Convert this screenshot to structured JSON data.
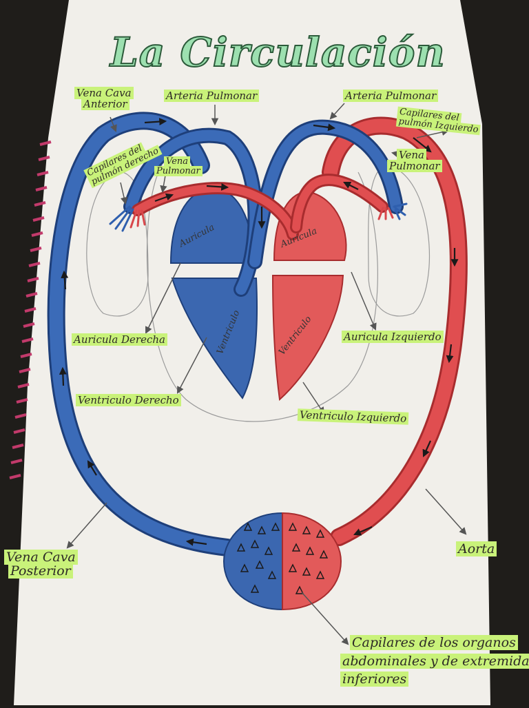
{
  "title": "La Circulación",
  "colors": {
    "venous": "#2f5fae",
    "arterial": "#d8464a",
    "paper": "#f1efea",
    "highlight": "#c9f27a",
    "title_fill": "#9de0b0"
  },
  "heart_labels": {
    "left_top": "Auricula",
    "right_top": "Auricula",
    "left_bottom": "Ventriculo",
    "right_bottom": "Ventriculo"
  },
  "labels": {
    "vena_cava_anterior": [
      "Vena Cava",
      "Anterior"
    ],
    "arteria_pulmonar_left": "Arteria Pulmonar",
    "arteria_pulmonar_right": "Arteria Pulmonar",
    "capilares_pulmon_izquierdo": [
      "Capilares del",
      "pulmón Izquierdo"
    ],
    "capilares_pulmon_derecho": [
      "Capilares del",
      "pulmón derecho"
    ],
    "vena_pulmonar_left": [
      "Vena",
      "Pulmonar"
    ],
    "vena_pulmonar_right": [
      "Vena",
      "Pulmonar"
    ],
    "auricula_derecha": "Auricula Derecha",
    "auricula_izquierdo": "Auricula Izquierdo",
    "ventriculo_derecho": "Ventriculo Derecho",
    "ventriculo_izquierdo": "Ventriculo Izquierdo",
    "vena_cava_posterior": [
      "Vena Cava",
      "Posterior"
    ],
    "aorta": "Aorta",
    "capilares_organos": [
      "Capilares de los organos",
      "abdominales y de extremidades",
      "inferiores"
    ]
  }
}
